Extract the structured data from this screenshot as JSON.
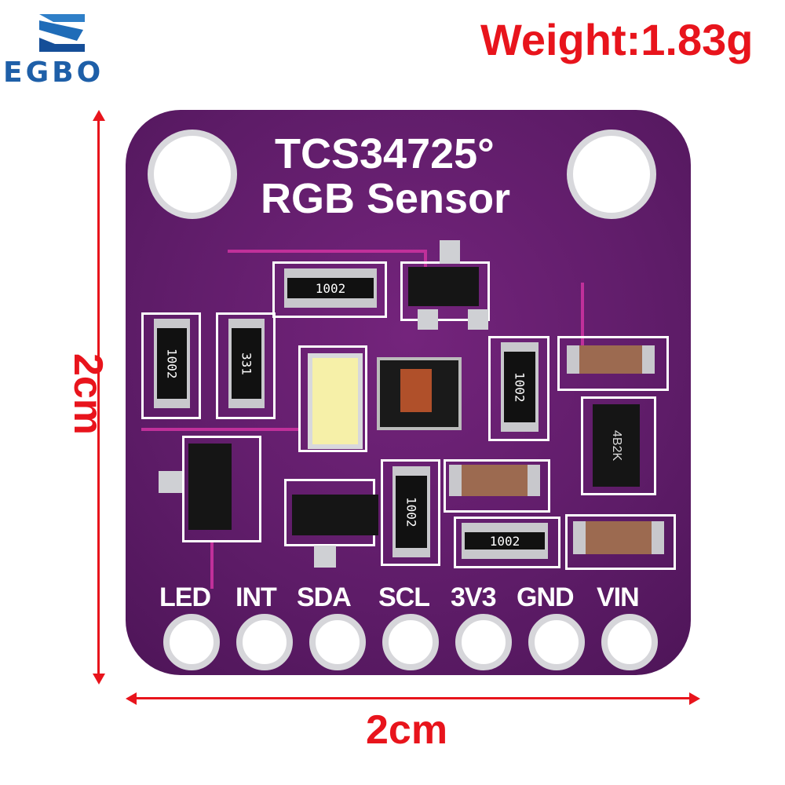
{
  "brand": {
    "logo_text": "EGBO",
    "logo_color": "#1e5fa8"
  },
  "weight_label": "Weight:1.83g",
  "dimensions": {
    "width": "2cm",
    "height": "2cm",
    "color": "#e8141c"
  },
  "board": {
    "color": "#5e1c68",
    "title_line1": "TCS34725°",
    "title_line2": "RGB Sensor",
    "pins": [
      "LED",
      "INT",
      "SDA",
      "SCL",
      "3V3",
      "GND",
      "VIN"
    ],
    "markings": {
      "r1": "1002",
      "r2": "1002",
      "r3": "331",
      "r4": "1002",
      "r5": "1002",
      "r6": "1002",
      "reg": "4B2K"
    }
  }
}
